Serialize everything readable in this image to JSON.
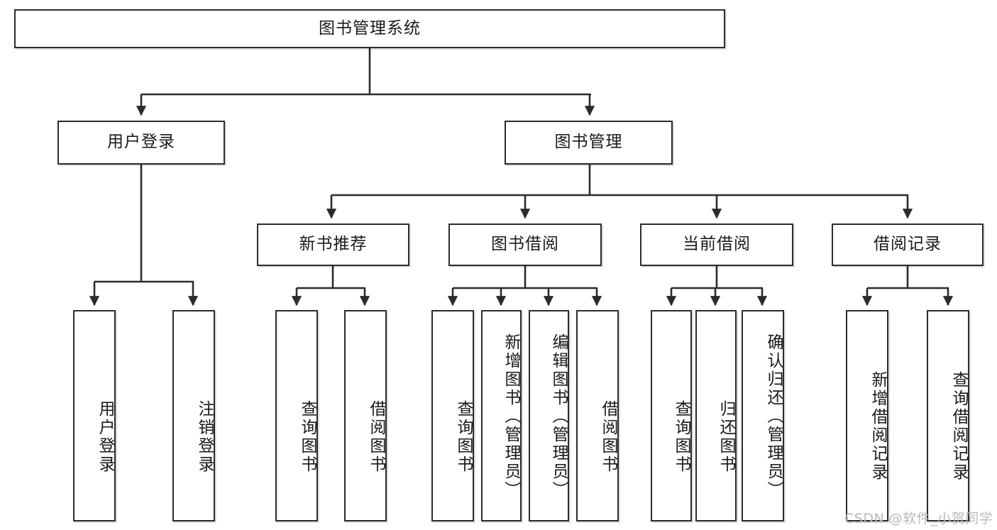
{
  "diagram": {
    "type": "tree-hierarchy-chart",
    "title": "图书管理系统",
    "line_color": "#2b2b2b",
    "box_fill": "#ffffff",
    "text_color": "#1a1a1a",
    "watermark": "CSDN @软件_小贺同学",
    "watermark_color": "#b9b9b9"
  },
  "nodes": {
    "root": {
      "label": "图书管理系统",
      "level": 1,
      "orientation": "horizontal"
    },
    "level2": [
      {
        "id": "user-login",
        "label": "用户登录",
        "orientation": "horizontal"
      },
      {
        "id": "book-management",
        "label": "图书管理",
        "orientation": "horizontal"
      }
    ],
    "level3": [
      {
        "id": "new-book-recommend",
        "label": "新书推荐",
        "orientation": "horizontal",
        "parent": "book-management"
      },
      {
        "id": "book-borrow",
        "label": "图书借阅",
        "orientation": "horizontal",
        "parent": "book-management"
      },
      {
        "id": "current-borrow",
        "label": "当前借阅",
        "orientation": "horizontal",
        "parent": "book-management"
      },
      {
        "id": "borrow-record",
        "label": "借阅记录",
        "orientation": "horizontal",
        "parent": "book-management"
      }
    ],
    "leaves": [
      {
        "id": "leaf-user-login",
        "label": "用户登录",
        "parent": "user-login",
        "orientation": "vertical"
      },
      {
        "id": "leaf-logout-login",
        "label": "注销登录",
        "parent": "user-login",
        "orientation": "vertical"
      },
      {
        "id": "leaf-query-book-1",
        "label": "查询图书",
        "parent": "new-book-recommend",
        "orientation": "vertical"
      },
      {
        "id": "leaf-borrow-book-1",
        "label": "借阅图书",
        "parent": "new-book-recommend",
        "orientation": "vertical"
      },
      {
        "id": "leaf-query-book-2",
        "label": "查询图书",
        "parent": "book-borrow",
        "orientation": "vertical"
      },
      {
        "id": "leaf-add-book",
        "label": "新增图书（管理员）",
        "parent": "book-borrow",
        "orientation": "vertical"
      },
      {
        "id": "leaf-edit-book",
        "label": "编辑图书（管理员）",
        "parent": "book-borrow",
        "orientation": "vertical"
      },
      {
        "id": "leaf-borrow-book-2",
        "label": "借阅图书",
        "parent": "book-borrow",
        "orientation": "vertical"
      },
      {
        "id": "leaf-query-book-3",
        "label": "查询图书",
        "parent": "current-borrow",
        "orientation": "vertical"
      },
      {
        "id": "leaf-return-book",
        "label": "归还图书",
        "parent": "current-borrow",
        "orientation": "vertical"
      },
      {
        "id": "leaf-confirm-return",
        "label": "确认归还（管理员）",
        "parent": "current-borrow",
        "orientation": "vertical"
      },
      {
        "id": "leaf-add-record",
        "label": "新增借阅记录",
        "parent": "borrow-record",
        "orientation": "vertical"
      },
      {
        "id": "leaf-query-record",
        "label": "查询借阅记录",
        "parent": "borrow-record",
        "orientation": "vertical"
      }
    ]
  }
}
